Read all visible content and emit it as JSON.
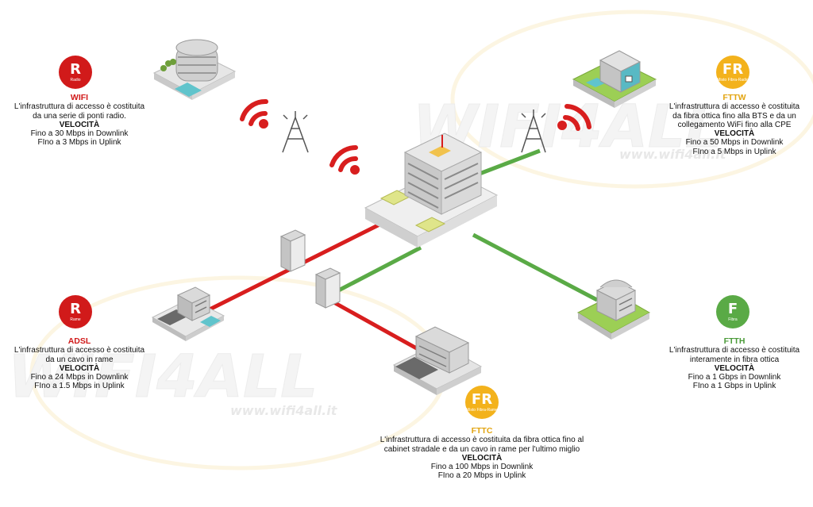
{
  "watermark": {
    "brand": "WIFI4ALL",
    "url": "www.wifi4all.it"
  },
  "colors": {
    "red": "#d81e1e",
    "green": "#5aaa46",
    "yellow": "#f3b21c",
    "title_yellow": "#e2a410",
    "title_red": "#d11a1a",
    "title_green": "#4a9a38"
  },
  "sections": {
    "wifi": {
      "badge_letter": "R",
      "badge_sub": "Radio",
      "title": "WIFI",
      "lines": [
        "L'infrastruttura di accesso è costituita",
        "da una serie di ponti radio."
      ],
      "velocity_label": "VELOCITÀ",
      "speeds": [
        "Fino a 30 Mbps in Downlink",
        "FIno a 3 Mbps in Uplink"
      ]
    },
    "fttw": {
      "badge_letter": "FR",
      "badge_sub": "Misto Fibra-Radio",
      "title": "FTTW",
      "lines": [
        "L'infrastruttura di accesso è costituita",
        "da fibra ottica fino alla BTS e da un",
        "collegamento WiFi fino alla CPE"
      ],
      "velocity_label": "VELOCITÀ",
      "speeds": [
        "Fino a 50 Mbps in Downlink",
        "FIno a 5 Mbps in Uplink"
      ]
    },
    "adsl": {
      "badge_letter": "R",
      "badge_sub": "Rame",
      "title": "ADSL",
      "lines": [
        "L'infrastruttura di accesso è costituita",
        "da un cavo in rame"
      ],
      "velocity_label": "VELOCITÀ",
      "speeds": [
        "Fino a 24 Mbps in Downlink",
        "FIno a 1.5 Mbps in Uplink"
      ]
    },
    "ftth": {
      "badge_letter": "F",
      "badge_sub": "Fibra",
      "title": "FTTH",
      "lines": [
        "L'infrastruttura di accesso è costituita",
        "interamente in fibra ottica"
      ],
      "velocity_label": "VELOCITÀ",
      "speeds": [
        "Fino a 1 Gbps in Downlink",
        "FIno a 1 Gbps in Uplink"
      ]
    },
    "fttc": {
      "badge_letter": "FR",
      "badge_sub": "Misto Fibra-Rame",
      "title": "FTTC",
      "lines": [
        "L'infrastruttura di accesso è costituita da fibra ottica fino al",
        "cabinet stradale e da un cavo in rame per l'ultimo miglio"
      ],
      "velocity_label": "VELOCITÀ",
      "speeds": [
        "Fino a 100 Mbps in Downlink",
        "FIno a 20 Mbps in Uplink"
      ]
    }
  }
}
